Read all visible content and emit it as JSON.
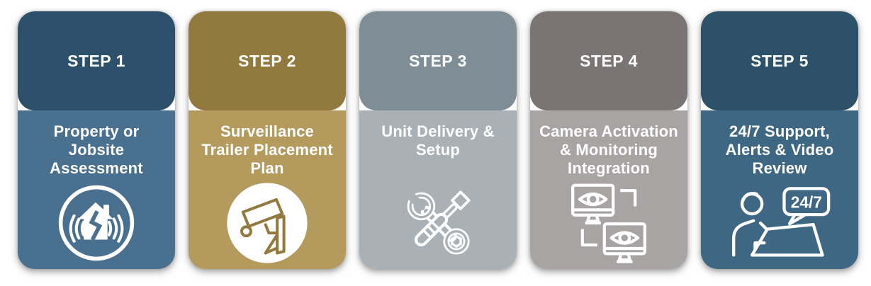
{
  "infographic_background": "#ffffff",
  "text_color": "#ffffff",
  "steps": [
    {
      "step_label": "STEP 1",
      "title": "Property or\nJobsite\nAssessment",
      "icon": "vibration-damaged-house-icon",
      "header_color": "#2e516b",
      "body_color": "#4a7090"
    },
    {
      "step_label": "STEP 2",
      "title": "Surveillance\nTrailer Placement\nPlan",
      "icon": "cctv-camera-icon",
      "header_color": "#92793d",
      "body_color": "#b49a5c"
    },
    {
      "step_label": "STEP 3",
      "title": "Unit Delivery &\nSetup",
      "icon": "wrench-screwdriver-icon",
      "header_color": "#7f8e96",
      "body_color": "#a9b1b6"
    },
    {
      "step_label": "STEP 4",
      "title": "Camera Activation\n& Monitoring\nIntegration",
      "icon": "monitors-eye-icon",
      "header_color": "#7a7574",
      "body_color": "#a7a4a3"
    },
    {
      "step_label": "STEP 5",
      "title": "24/7 Support,\nAlerts & Video\nReview",
      "icon": "support-agent-247-icon",
      "header_color": "#2c5169",
      "body_color": "#3e6784",
      "bubble_text": "24/7"
    }
  ]
}
